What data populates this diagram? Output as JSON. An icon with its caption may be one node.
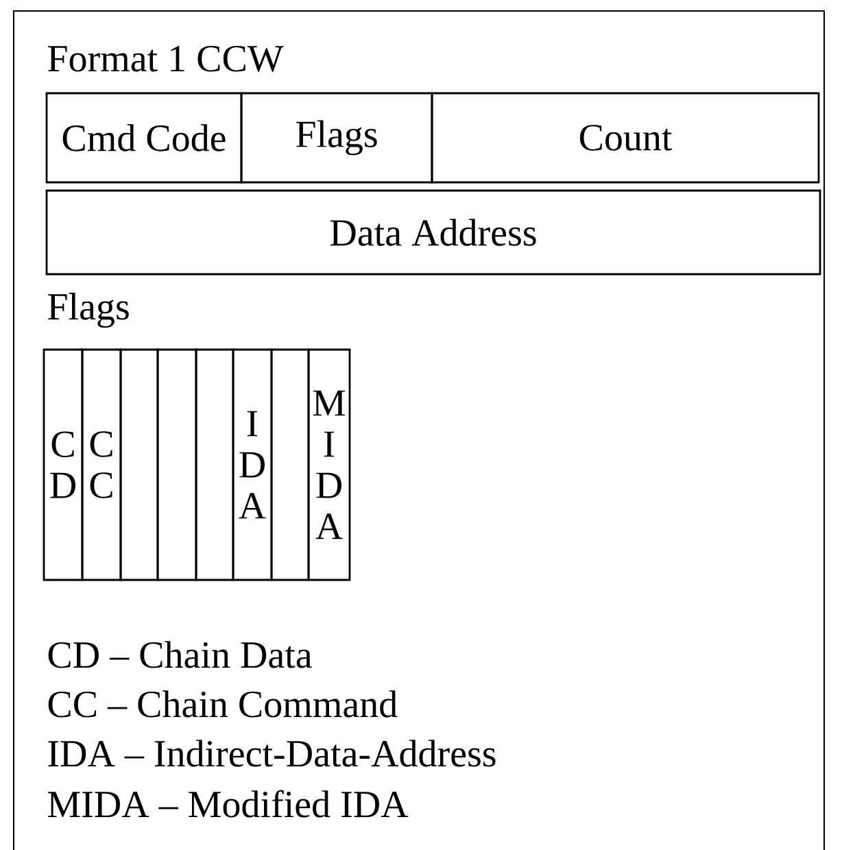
{
  "diagram": {
    "title": "Format 1 CCW",
    "nodes": [
      {
        "text": [
          "Cmd Code"
        ]
      },
      {
        "text": [
          "Flags"
        ]
      },
      {
        "text": [
          "Count"
        ]
      },
      {
        "text": [
          "Data Address"
        ]
      },
      {
        "text": [
          "C D"
        ]
      },
      {
        "text": [
          "C C"
        ]
      },
      {
        "text": [],
        "shape": "box"
      },
      {
        "text": [],
        "shape": "box"
      },
      {
        "text": [],
        "shape": "box"
      },
      {
        "text": [
          "I D A"
        ]
      },
      {
        "text": [],
        "shape": "box"
      },
      {
        "text": [
          "M I D A"
        ]
      }
    ],
    "labels": [
      "Flags",
      "CD – Chain Data",
      "CC – Chain Command",
      "IDA – Indirect-Data-Address",
      "MIDA – Modified IDA"
    ]
  }
}
